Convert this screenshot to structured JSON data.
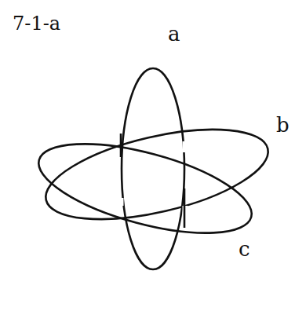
{
  "diagram": {
    "labels": [
      "7-1-a",
      "a",
      "b",
      "c"
    ]
  }
}
